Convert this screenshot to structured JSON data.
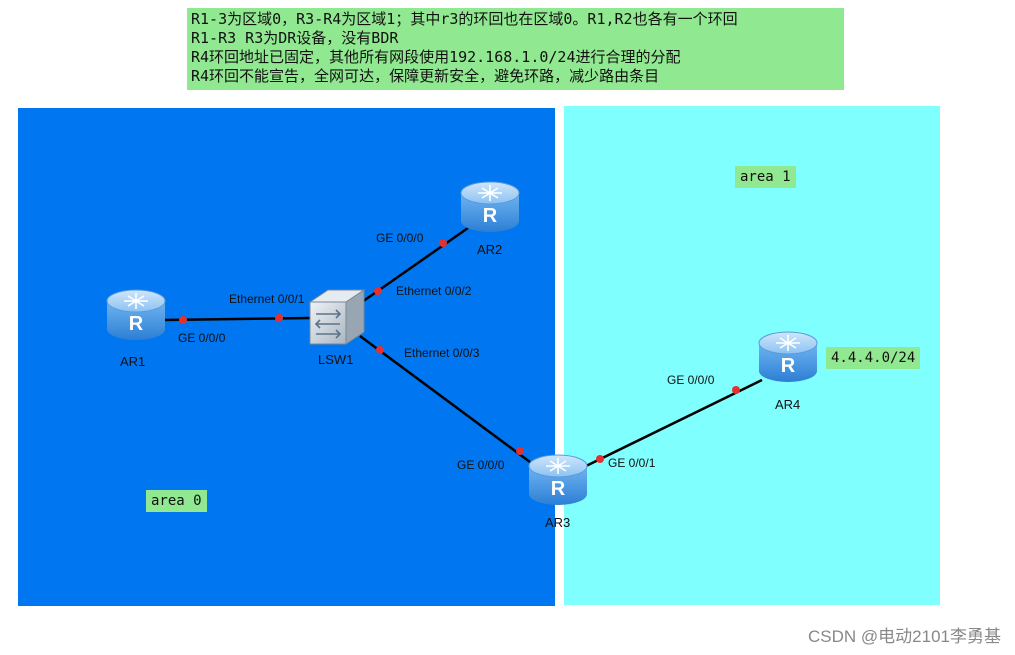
{
  "notes": [
    "R1-3为区域0，R3-R4为区域1；其中r3的环回也在区域0。R1,R2也各有一个环回",
    "R1-R3 R3为DR设备，没有BDR",
    "R4环回地址已固定，其他所有网段使用192.168.1.0/24进行合理的分配",
    "R4环回不能宣告，全网可达，保障更新安全，避免环路，减少路由条目"
  ],
  "areas": {
    "area0": "area 0",
    "area1": "area 1"
  },
  "devices": {
    "ar1": "AR1",
    "ar2": "AR2",
    "ar3": "AR3",
    "ar4": "AR4",
    "lsw1": "LSW1"
  },
  "interfaces": {
    "ar1_ge000": "GE 0/0/0",
    "lsw1_e001": "Ethernet 0/0/1",
    "lsw1_e002": "Ethernet 0/0/2",
    "lsw1_e003": "Ethernet 0/0/3",
    "ar2_ge000": "GE 0/0/0",
    "ar3_ge000": "GE 0/0/0",
    "ar3_ge001": "GE 0/0/1",
    "ar4_ge000": "GE 0/0/0"
  },
  "ar4_loopback": "4.4.4.0/24",
  "colors": {
    "area0": "#0076f0",
    "area1": "#80ffff",
    "note_bg": "#90e890",
    "link": "#000000",
    "port_dot": "#e53030",
    "router": "#3a8fe0"
  },
  "icons": {
    "router": "router-icon",
    "switch": "switch-icon"
  },
  "watermark": "CSDN @电动2101李勇基"
}
